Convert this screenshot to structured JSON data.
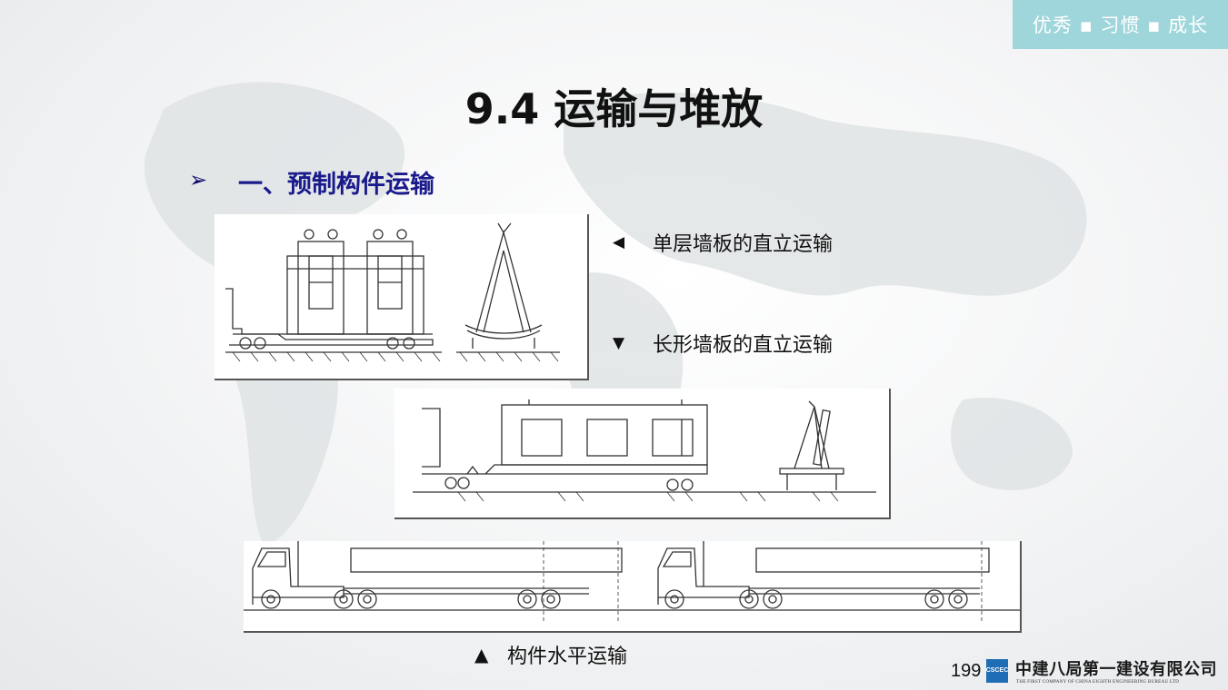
{
  "tagline": "优秀 ▪ 习惯 ▪ 成长",
  "title": "9.4 运输与堆放",
  "section": {
    "marker": "➢",
    "heading": "一、预制构件运输"
  },
  "captions": [
    {
      "marker": "◀",
      "text": "单层墙板的直立运输"
    },
    {
      "marker": "▼",
      "text": "长形墙板的直立运输"
    },
    {
      "marker": "▲",
      "text": "构件水平运输"
    }
  ],
  "footer": {
    "page_number": "199",
    "logo_text": "CSCEC",
    "company_cn": "中建八局第一建设有限公司",
    "company_en": "THE FIRST COMPANY OF CHINA EIGHTH ENGINEERING BUREAU LTD"
  },
  "colors": {
    "tagline_bg": "#9fd6db",
    "heading": "#1a1a8c",
    "logo": "#1f6db5"
  }
}
